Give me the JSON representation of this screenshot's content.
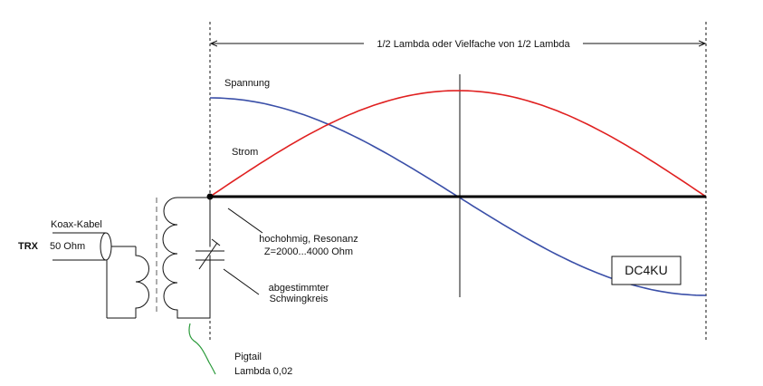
{
  "dimension_label": "1/2 Lambda oder Vielfache von 1/2 Lambda",
  "curves": {
    "voltage_label": "Spannung",
    "current_label": "Strom",
    "voltage_color": "#3a4fa8",
    "current_color": "#e02020"
  },
  "circuit": {
    "trx_label": "TRX",
    "coax_label": "Koax-Kabel",
    "impedance_label": "50 Ohm",
    "resonance_line1": "hochohmig, Resonanz",
    "resonance_line2": "Z=2000...4000 Ohm",
    "tank_line1": "abgestimmter",
    "tank_line2": "Schwingkreis",
    "pigtail_line1": "Pigtail",
    "pigtail_line2": "Lambda 0,02",
    "pigtail_color": "#2a9a3a"
  },
  "callsign": "DC4KU"
}
